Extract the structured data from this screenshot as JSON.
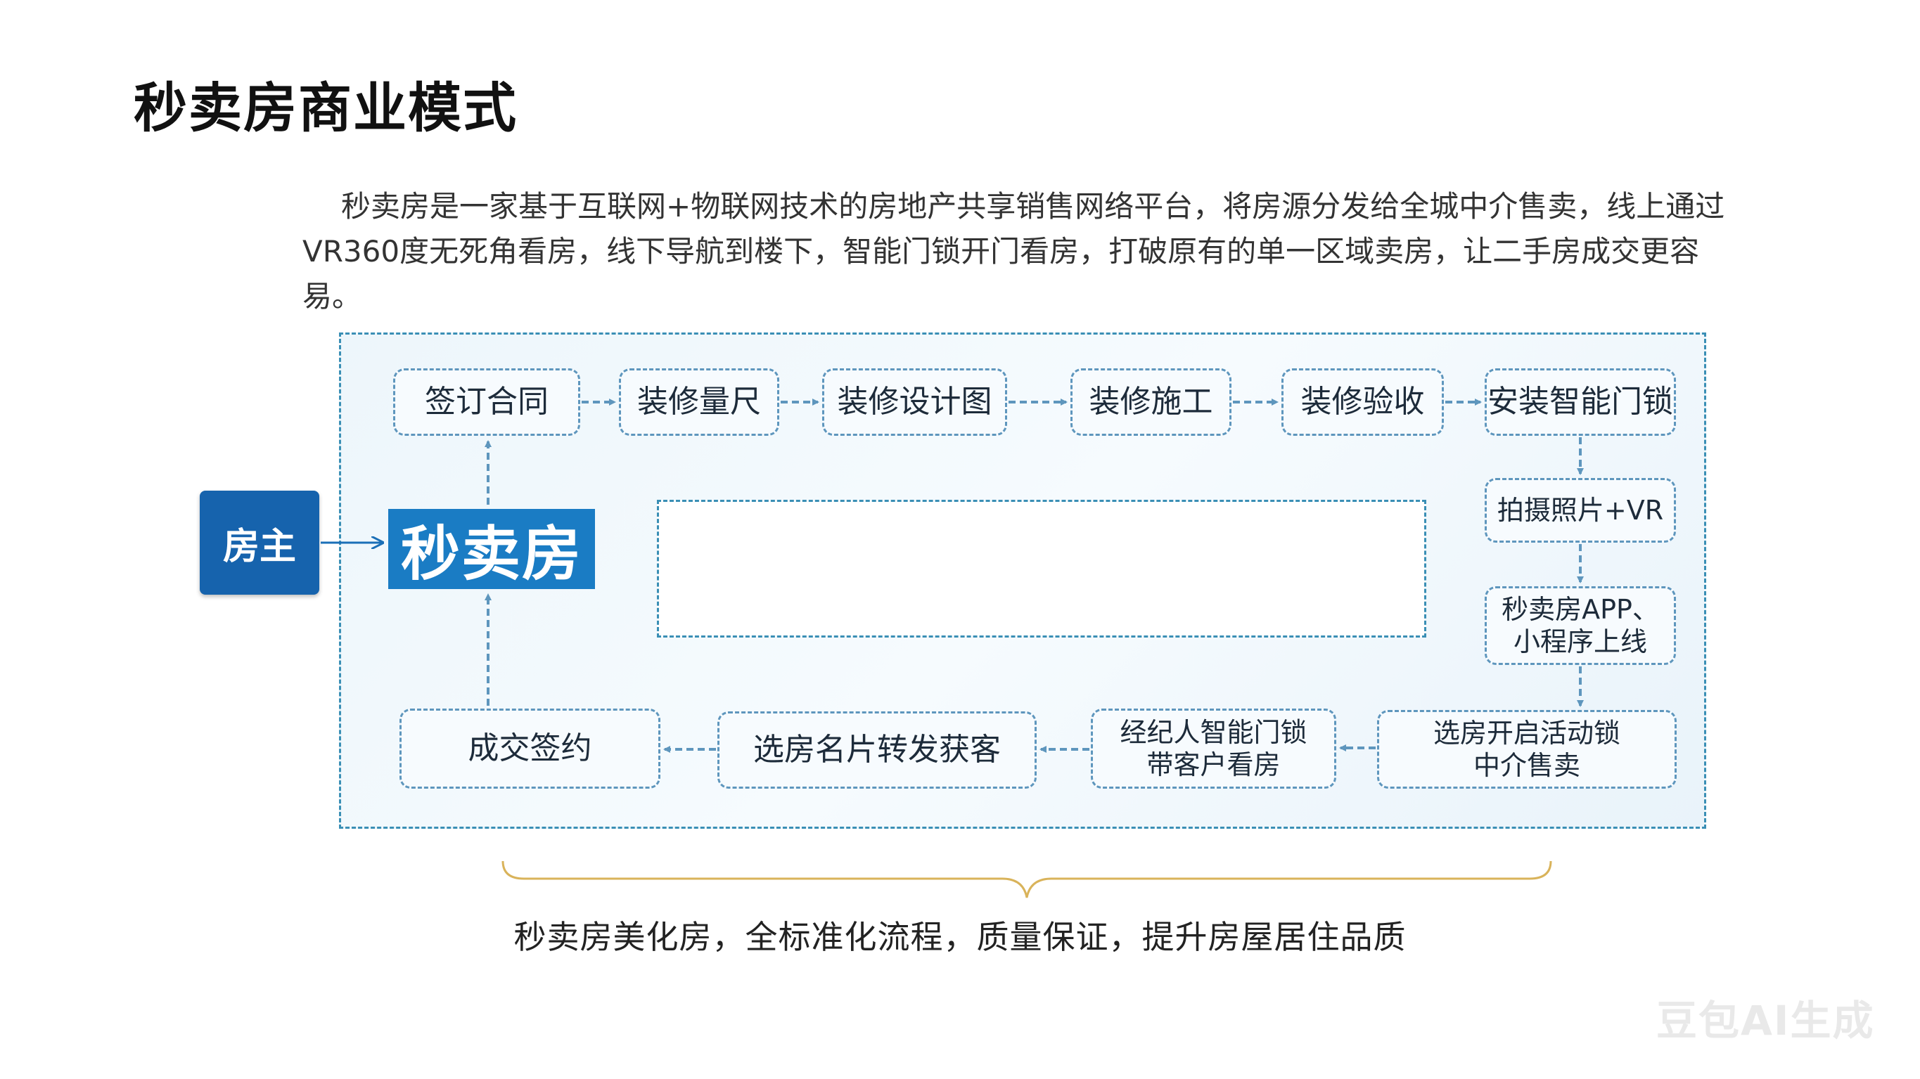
{
  "title": "秒卖房商业模式",
  "intro": {
    "line1": "秒卖房是一家基于互联网+物联网技术的房地产共享销售网络平台，将房源分发给全城中介售卖，线上通过",
    "line2": "VR360度无死角看房，线下导航到楼下，智能门锁开门看房，打破原有的单一区域卖房，让二手房成交更容易。"
  },
  "owner_label": "房主",
  "brand_label": "秒卖房",
  "top_flow": [
    "签订合同",
    "装修量尺",
    "装修设计图",
    "装修施工",
    "装修验收",
    "安装智能门锁"
  ],
  "right_flow": {
    "photo": "拍摄照片+VR",
    "online_line1": "秒卖房APP、",
    "online_line2": "小程序上线"
  },
  "bottom_flow": {
    "sale_line1": "选房开启活动锁",
    "sale_line2": "中介售卖",
    "agent_line1": "经纪人智能门锁",
    "agent_line2": "带客户看房",
    "share": "选房名片转发获客",
    "deal": "成交签约"
  },
  "summary": "秒卖房美化房，全标准化流程，质量保证，提升房屋居住品质",
  "watermark": "豆包AI生成",
  "colors": {
    "owner_bg": "#1663ad",
    "brand_bg": "#1a7cc4",
    "dashed_border": "#3a8fb5",
    "brace": "#d9b35a"
  }
}
